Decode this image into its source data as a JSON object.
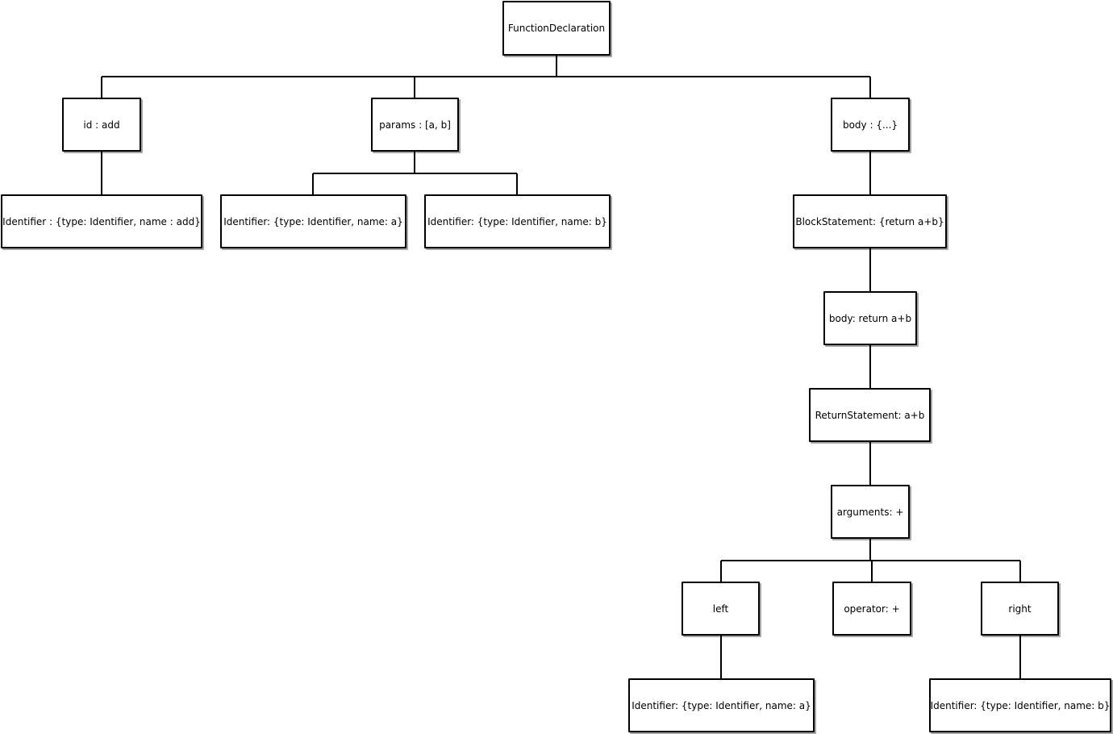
{
  "nodes": {
    "root": "FunctionDeclaration",
    "id": "id : add",
    "params": "params :  [a, b]",
    "body": "body : {...}",
    "id_identifier": "Identifier : {type: Identifier, name : add}",
    "param_a": "Identifier:  {type: Identifier, name: a}",
    "param_b": "Identifier:  {type: Identifier, name: b}",
    "block_statement": "BlockStatement: {return a+b}",
    "block_body": "body: return a+b",
    "return_statement": "ReturnStatement: a+b",
    "arguments": "arguments: +",
    "left": "left",
    "operator": "operator: +",
    "right": "right",
    "left_identifier": "Identifier:  {type: Identifier, name: a}",
    "right_identifier": "Identifier: {type: Identifier, name: b}"
  }
}
